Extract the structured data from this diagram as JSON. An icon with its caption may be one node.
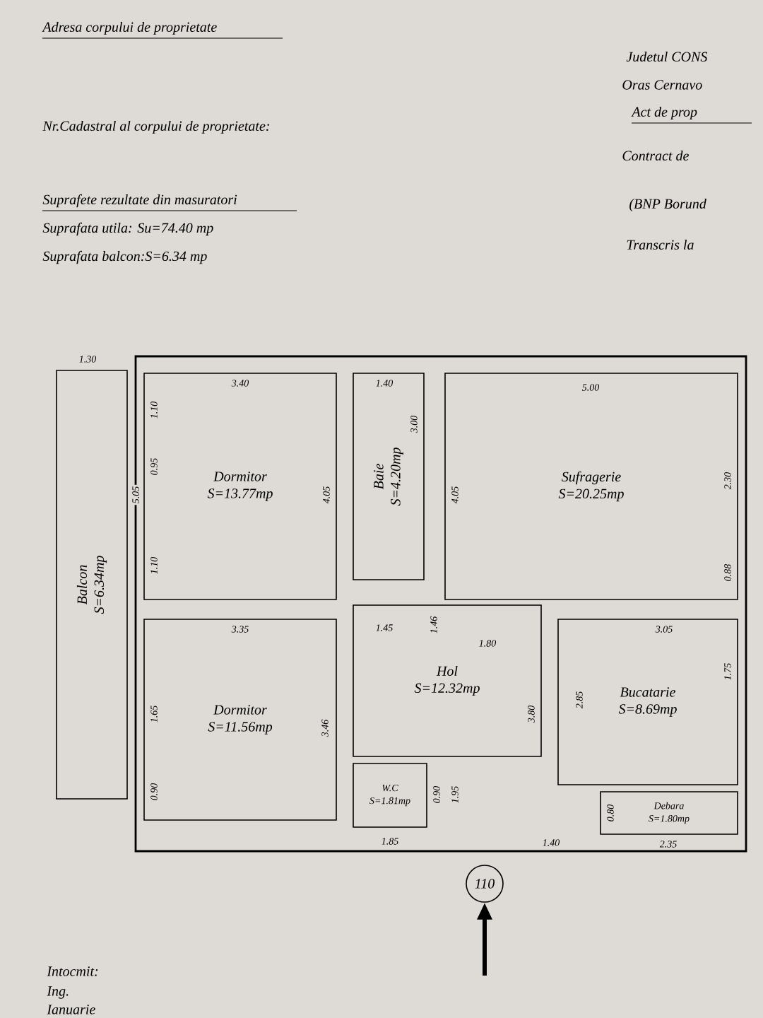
{
  "diagram": {
    "nodes": [
      {
        "text": [
          "Balcon",
          "S=6.34mp"
        ]
      },
      {
        "text": [
          "Dormitor",
          "S=13.77mp"
        ]
      },
      {
        "text": [
          "Baie",
          "S=4.20mp"
        ]
      },
      {
        "text": [
          "Sufragerie",
          "S=20.25mp"
        ]
      },
      {
        "text": [
          "Dormitor",
          "S=11.56mp"
        ]
      },
      {
        "text": [
          "Hol",
          "S=12.32mp"
        ]
      },
      {
        "text": [
          "Bucatarie",
          "S=8.69mp"
        ]
      },
      {
        "text": [
          "W.C",
          "S=1.81mp"
        ]
      },
      {
        "text": [
          "Debara",
          "S=1.80mp"
        ]
      },
      {
        "text": [
          "110"
        ]
      }
    ],
    "edges": [
      {
        "from": null,
        "to": 9,
        "arrow": "to"
      }
    ],
    "labels": [
      "Adresa corpului de proprietate",
      "Nr.Cadastral al corpului de proprietate:",
      "Suprafete rezultate din masuratori",
      "Suprafata utila: Su=74.40 mp",
      "Suprafata balcon:S=6.34 mp",
      "Judetul CONS",
      "Oras Cernavo",
      "Act de prop",
      "Contract de",
      "(BNP Borund",
      "Transcris la",
      "1.30",
      "3.40",
      "1.40",
      "5.00",
      "5.05",
      "1.10",
      "0.95",
      "1.10",
      "4.05",
      "3.00",
      "4.05",
      "2.30",
      "0.88",
      "3.35",
      "1.45",
      "1.46",
      "1.80",
      "3.05",
      "1.75",
      "1.65",
      "0.90",
      "3.46",
      "2.85",
      "3.80",
      "0.90",
      "1.95",
      "1.85",
      "1.40",
      "0.80",
      "2.35",
      "Intocmit:",
      "Ing.",
      "Ianuarie"
    ]
  }
}
